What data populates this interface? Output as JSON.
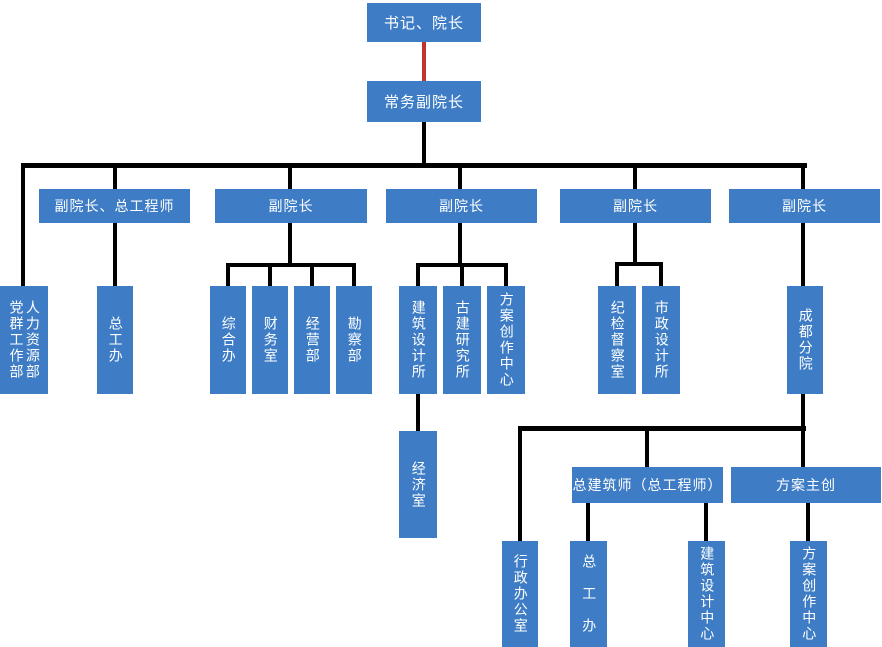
{
  "diagram": {
    "type": "organization-chart",
    "background": "#FFFFFF",
    "colors": {
      "node_fill": "#3E7DC5",
      "node_text": "#FFFFFF",
      "connector": "#000000",
      "top_connector_red": "#C0342F"
    },
    "nodes": {
      "secretary_dean": "书记、院长",
      "executive_vice_dean": "常务副院长",
      "vice_dean_chief_engineer": "副院长、总工程师",
      "vice_dean_1": "副院长",
      "vice_dean_2": "副院长",
      "vice_dean_3": "副院长",
      "vice_dean_4": "副院长",
      "party_mass_work_dept": "党群工作部",
      "hr_dept": "人力资源部",
      "chief_engineer_office": "总工办",
      "general_affairs_office": "综合办",
      "finance_office": "财务室",
      "operations_dept": "经营部",
      "survey_dept": "勘察部",
      "architecture_design_institute": "建筑设计所",
      "ancient_architecture_research_institute": "古建研究所",
      "scheme_creation_center": "方案创作中心",
      "economy_office": "经济室",
      "discipline_inspection_office": "纪检督察室",
      "municipal_design_institute": "市政设计所",
      "chengdu_branch": "成都分院",
      "admin_office": "行政办公室",
      "chief_architect": "总建筑师（总工程师）",
      "scheme_lead": "方案主创",
      "chengdu_chief_engineer_office": "总　工　办",
      "architecture_design_center": "建筑设计中心",
      "chengdu_scheme_creation_center": "方案创作中心"
    },
    "edges": [
      [
        "secretary_dean",
        "executive_vice_dean"
      ],
      [
        "executive_vice_dean",
        "party_mass_work_dept"
      ],
      [
        "executive_vice_dean",
        "hr_dept"
      ],
      [
        "executive_vice_dean",
        "vice_dean_chief_engineer"
      ],
      [
        "executive_vice_dean",
        "vice_dean_1"
      ],
      [
        "executive_vice_dean",
        "vice_dean_2"
      ],
      [
        "executive_vice_dean",
        "vice_dean_3"
      ],
      [
        "executive_vice_dean",
        "vice_dean_4"
      ],
      [
        "vice_dean_chief_engineer",
        "chief_engineer_office"
      ],
      [
        "vice_dean_1",
        "general_affairs_office"
      ],
      [
        "vice_dean_1",
        "finance_office"
      ],
      [
        "vice_dean_1",
        "operations_dept"
      ],
      [
        "vice_dean_1",
        "survey_dept"
      ],
      [
        "vice_dean_2",
        "architecture_design_institute"
      ],
      [
        "vice_dean_2",
        "ancient_architecture_research_institute"
      ],
      [
        "vice_dean_2",
        "scheme_creation_center"
      ],
      [
        "architecture_design_institute",
        "economy_office"
      ],
      [
        "vice_dean_3",
        "discipline_inspection_office"
      ],
      [
        "vice_dean_3",
        "municipal_design_institute"
      ],
      [
        "vice_dean_4",
        "chengdu_branch"
      ],
      [
        "chengdu_branch",
        "admin_office"
      ],
      [
        "chengdu_branch",
        "chief_architect"
      ],
      [
        "chengdu_branch",
        "scheme_lead"
      ],
      [
        "chief_architect",
        "chengdu_chief_engineer_office"
      ],
      [
        "chief_architect",
        "architecture_design_center"
      ],
      [
        "scheme_lead",
        "chengdu_scheme_creation_center"
      ]
    ]
  }
}
